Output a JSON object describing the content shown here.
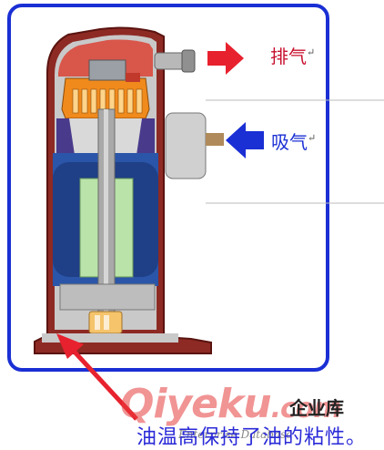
{
  "labels": {
    "exhaust": "排气",
    "suction": "吸气",
    "caption": "油温高保持了油的粘性。",
    "return_mark": "↵"
  },
  "watermark": {
    "brand": "Qiyeku",
    "brand_suffix": ".com",
    "brand_cn": "企业库",
    "tagline": "Enterprise Database"
  },
  "colors": {
    "frame": "#1a2fd4",
    "exhaust_arrow": "#e8212e",
    "suction_arrow": "#1a2fd4",
    "pointer_arrow": "#e8212e",
    "shell": "#8b1a1a",
    "scroll": "#f08a1c",
    "motor": "#2a55a8",
    "shaft": "#a9a9a9",
    "oil_pump": "#f5c46b"
  },
  "icons": [
    "exhaust-arrow-icon",
    "suction-arrow-icon",
    "pointer-arrow-icon"
  ]
}
